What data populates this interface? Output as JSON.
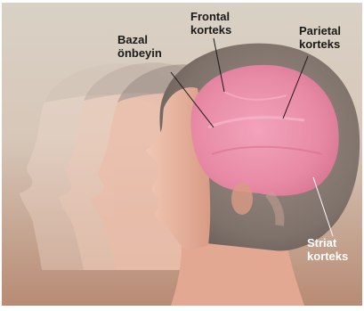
{
  "labels": {
    "bazal_onbeyin": "Bazal\nönbeyin",
    "frontal_korteks": "Frontal\nkorteks",
    "parietal_korteks": "Parietal\nkorteks",
    "striat_korteks": "Striat\nkorteks"
  },
  "colors": {
    "background_top": "#d9d1c5",
    "background_bottom": "#b88b74",
    "brain": "#e88aa6",
    "hair": "#8c8078",
    "skin": "#e8b8a2",
    "label_dark": "#1a1a1a",
    "label_light": "#ffffff"
  }
}
